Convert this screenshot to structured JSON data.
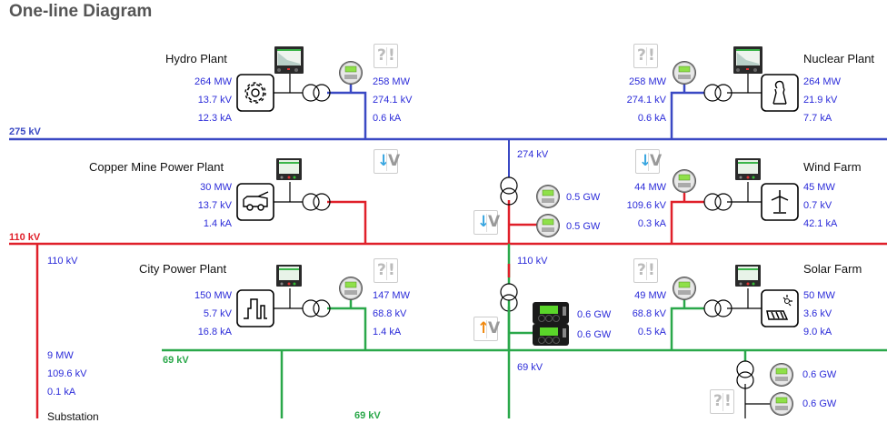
{
  "page": {
    "title": "One-line Diagram"
  },
  "colors": {
    "bus_275": "#3a49c4",
    "bus_110": "#e0202a",
    "bus_69": "#2aa84a",
    "value_text": "#2b2bd9",
    "alert_down": "#3aa6e0",
    "alert_up": "#f08a12"
  },
  "buses": {
    "b275": {
      "label": "275 kV"
    },
    "b110": {
      "label": "110 kV"
    },
    "b69": {
      "label": "69 kV"
    },
    "b69_lower": {
      "label": "69 kV"
    }
  },
  "plants": {
    "hydro": {
      "name": "Hydro Plant",
      "icon": "gear-icon",
      "power": "264 MW",
      "voltage": "13.7 kV",
      "current": "12.3 kA",
      "feeder": {
        "power": "258 MW",
        "voltage": "274.1 kV",
        "current": "0.6 kA"
      }
    },
    "nuclear": {
      "name": "Nuclear Plant",
      "icon": "cooling-tower-icon",
      "power": "264 MW",
      "voltage": "21.9 kV",
      "current": "7.7 kA",
      "feeder": {
        "power": "258 MW",
        "voltage": "274.1 kV",
        "current": "0.6 kA"
      }
    },
    "copper": {
      "name": "Copper Mine Power Plant",
      "icon": "mining-truck-icon",
      "power": "30 MW",
      "voltage": "13.7 kV",
      "current": "1.4 kA"
    },
    "wind": {
      "name": "Wind Farm",
      "icon": "wind-turbine-icon",
      "power": "45 MW",
      "voltage": "0.7 kV",
      "current": "42.1 kA",
      "feeder": {
        "power": "44 MW",
        "voltage": "109.6 kV",
        "current": "0.3 kA"
      }
    },
    "city": {
      "name": "City Power Plant",
      "icon": "city-skyline-icon",
      "power": "150 MW",
      "voltage": "5.7 kV",
      "current": "16.8 kA",
      "feeder": {
        "power": "147 MW",
        "voltage": "68.8 kV",
        "current": "1.4 kA"
      }
    },
    "solar": {
      "name": "Solar Farm",
      "icon": "solar-panel-icon",
      "power": "50 MW",
      "voltage": "3.6 kV",
      "current": "9.0 kA",
      "feeder": {
        "power": "49 MW",
        "voltage": "68.8 kV",
        "current": "0.5 kA"
      }
    }
  },
  "substation_main": {
    "upper": {
      "voltage": "274 kV",
      "meter1": "0.5 GW",
      "meter2": "0.5 GW"
    },
    "lower": {
      "voltage_hv": "110 kV",
      "voltage_lv": "69 kV",
      "meter1": "0.6 GW",
      "meter2": "0.6 GW"
    }
  },
  "substation_left": {
    "voltage": "110 kV",
    "power": "9 MW",
    "bus_voltage": "109.6 kV",
    "current": "0.1 kA",
    "name": "Substation"
  },
  "substation_right": {
    "meter1": "0.6 GW",
    "meter2": "0.6 GW"
  },
  "badges": {
    "unknown": {
      "a": "?",
      "b": "!"
    },
    "voltage_down": {
      "a": "↓",
      "b": "V"
    },
    "voltage_up": {
      "a": "↑",
      "b": "V"
    }
  }
}
